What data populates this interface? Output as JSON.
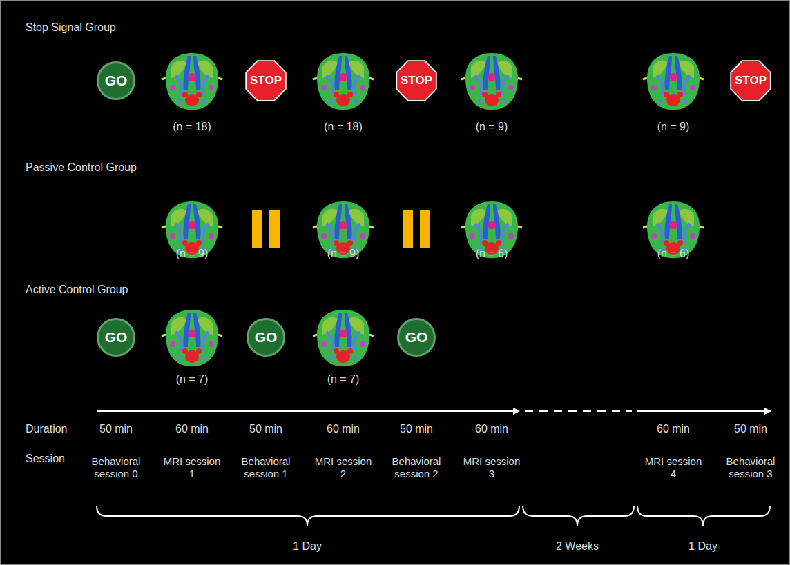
{
  "diagram": {
    "nodes": [
      {
        "text": [
          "GO"
        ]
      },
      {
        "text": [
          "STOP"
        ]
      },
      {
        "text": [
          "STOP"
        ]
      },
      {
        "text": [
          "STOP"
        ]
      },
      {
        "text": [
          "GO"
        ]
      },
      {
        "text": [
          "GO"
        ]
      },
      {
        "text": [
          "GO"
        ]
      }
    ],
    "edges": [],
    "labels": [
      "Stop Signal Group",
      "(n = 18)",
      "(n = 18)",
      "(n = 9)",
      "(n = 9)",
      "Passive Control Group",
      "(n = 9)",
      "(n = 9)",
      "(n = 6)",
      "(n = 6)",
      "Active Control Group",
      "(n = 7)",
      "(n = 7)",
      "Duration",
      "50 min",
      "60 min",
      "50 min",
      "60 min",
      "50 min",
      "60 min",
      "60 min",
      "50 min",
      "Session",
      "Behavioral session 0",
      "MRI session 1",
      "Behavioral session 1",
      "MRI session 2",
      "Behavioral session 2",
      "MRI session 3",
      "MRI session 4",
      "Behavioral session 3",
      "1 Day",
      "2 Weeks",
      "1 Day"
    ]
  }
}
